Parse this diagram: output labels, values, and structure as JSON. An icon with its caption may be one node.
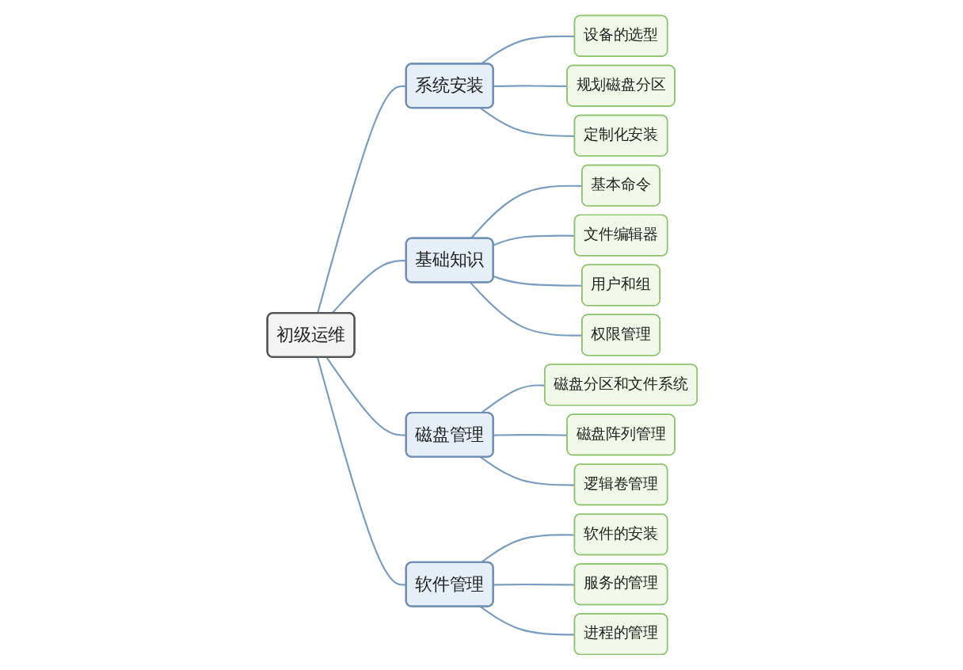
{
  "diagram": {
    "nodes": [
      {
        "text": [
          "初级运维"
        ]
      },
      {
        "text": [
          "系统安装"
        ]
      },
      {
        "text": [
          "设备的选型"
        ]
      },
      {
        "text": [
          "规划磁盘分区"
        ]
      },
      {
        "text": [
          "定制化安装"
        ]
      },
      {
        "text": [
          "基础知识"
        ]
      },
      {
        "text": [
          "基本命令"
        ]
      },
      {
        "text": [
          "文件编辑器"
        ]
      },
      {
        "text": [
          "用户和组"
        ]
      },
      {
        "text": [
          "权限管理"
        ]
      },
      {
        "text": [
          "磁盘管理"
        ]
      },
      {
        "text": [
          "磁盘分区和文件系统"
        ]
      },
      {
        "text": [
          "磁盘阵列管理"
        ]
      },
      {
        "text": [
          "逻辑卷管理"
        ]
      },
      {
        "text": [
          "软件管理"
        ]
      },
      {
        "text": [
          "软件的安装"
        ]
      },
      {
        "text": [
          "服务的管理"
        ]
      },
      {
        "text": [
          "进程的管理"
        ]
      }
    ],
    "edges": [
      {
        "from": 0,
        "to": 1,
        "arrow": "none"
      },
      {
        "from": 1,
        "to": 2,
        "arrow": "none"
      },
      {
        "from": 1,
        "to": 3,
        "arrow": "none"
      },
      {
        "from": 1,
        "to": 4,
        "arrow": "none"
      },
      {
        "from": 0,
        "to": 5,
        "arrow": "none"
      },
      {
        "from": 5,
        "to": 6,
        "arrow": "none"
      },
      {
        "from": 5,
        "to": 7,
        "arrow": "none"
      },
      {
        "from": 5,
        "to": 8,
        "arrow": "none"
      },
      {
        "from": 5,
        "to": 9,
        "arrow": "none"
      },
      {
        "from": 0,
        "to": 10,
        "arrow": "none"
      },
      {
        "from": 10,
        "to": 11,
        "arrow": "none"
      },
      {
        "from": 10,
        "to": 12,
        "arrow": "none"
      },
      {
        "from": 10,
        "to": 13,
        "arrow": "none"
      },
      {
        "from": 0,
        "to": 14,
        "arrow": "none"
      },
      {
        "from": 14,
        "to": 15,
        "arrow": "none"
      },
      {
        "from": 14,
        "to": 16,
        "arrow": "none"
      },
      {
        "from": 14,
        "to": 17,
        "arrow": "none"
      }
    ]
  }
}
